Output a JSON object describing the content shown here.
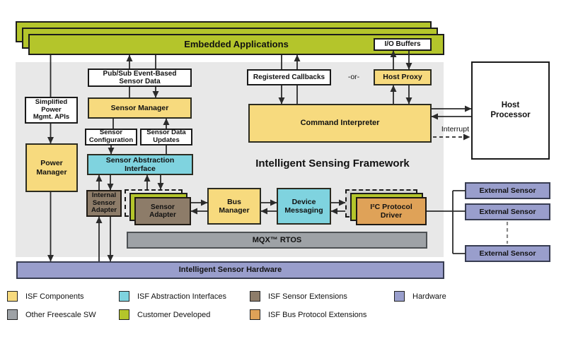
{
  "title": "Intelligent Sensing Framework",
  "colors": {
    "isf_components": "#F7DA7E",
    "isf_abstraction_interfaces": "#7FD3DF",
    "isf_sensor_extensions": "#8D7C69",
    "hardware": "#999ECC",
    "other_freescale_sw": "#9EA2A6",
    "customer_developed": "#B4C52B",
    "isf_bus_protocol_extensions": "#DFA258",
    "panel_background": "#E8E8E8"
  },
  "nodes": {
    "embedded_applications": "Embedded Applications",
    "io_buffers": "I/O Buffers",
    "pub_sub": "Pub/Sub Event-Based\nSensor Data",
    "registered_callbacks": "Registered Callbacks",
    "or_label": "-or-",
    "host_proxy": "Host Proxy",
    "simplified_power": "Simplified\nPower\nMgmt. APIs",
    "sensor_manager": "Sensor Manager",
    "sensor_configuration": "Sensor\nConfiguration",
    "sensor_data_updates": "Sensor Data\nUpdates",
    "command_interpreter": "Command Interpreter",
    "host_processor": "Host\nProcessor",
    "interrupt_label": "Interrupt",
    "power_manager": "Power\nManager",
    "sensor_abstraction_interface": "Sensor Abstraction\nInterface",
    "internal_sensor_adapter": "Internal\nSensor\nAdapter",
    "sensor_adapter": "Sensor\nAdapter",
    "bus_manager": "Bus\nManager",
    "device_messaging": "Device\nMessaging",
    "i2c_protocol_driver": "I²C Protocol\nDriver",
    "mqx_rtos": "MQX™ RTOS",
    "intelligent_sensor_hardware": "Intelligent Sensor Hardware",
    "external_sensors": [
      "External Sensor",
      "External Sensor",
      "External Sensor"
    ]
  },
  "legend": {
    "items": [
      {
        "label": "ISF Components",
        "color": "#F7DA7E"
      },
      {
        "label": "ISF Abstraction Interfaces",
        "color": "#7FD3DF"
      },
      {
        "label": "ISF Sensor Extensions",
        "color": "#8D7C69"
      },
      {
        "label": "Hardware",
        "color": "#999ECC"
      },
      {
        "label": "Other Freescale SW",
        "color": "#9EA2A6"
      },
      {
        "label": "Customer Developed",
        "color": "#B4C52B"
      },
      {
        "label": "ISF Bus Protocol Extensions",
        "color": "#DFA258"
      }
    ]
  }
}
